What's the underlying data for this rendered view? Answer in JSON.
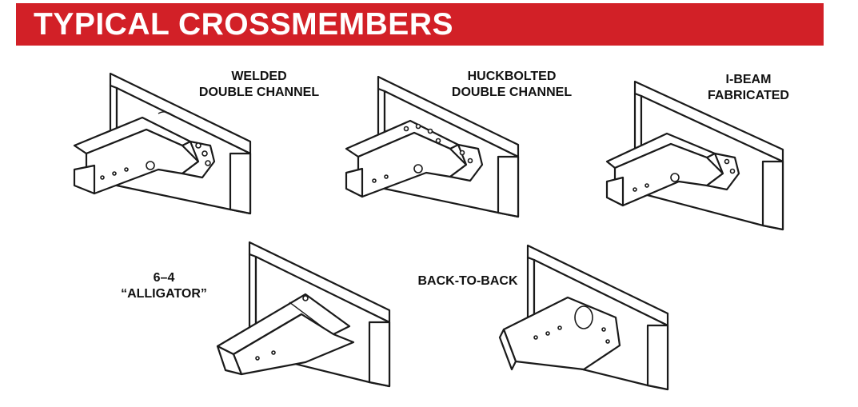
{
  "header": {
    "title": "TYPICAL CROSSMEMBERS",
    "banner_color": "#d22027"
  },
  "crossmembers": [
    {
      "line1": "WELDED",
      "line2": "DOUBLE CHANNEL",
      "icon": "welded-double-channel-drawing"
    },
    {
      "line1": "HUCKBOLTED",
      "line2": "DOUBLE CHANNEL",
      "icon": "huckbolted-double-channel-drawing"
    },
    {
      "line1": "I-BEAM",
      "line2": "FABRICATED",
      "icon": "i-beam-fabricated-drawing"
    },
    {
      "line1": "6–4",
      "line2": "“ALLIGATOR”",
      "icon": "alligator-drawing"
    },
    {
      "line1": "BACK-TO-BACK",
      "line2": "",
      "icon": "back-to-back-drawing"
    }
  ]
}
